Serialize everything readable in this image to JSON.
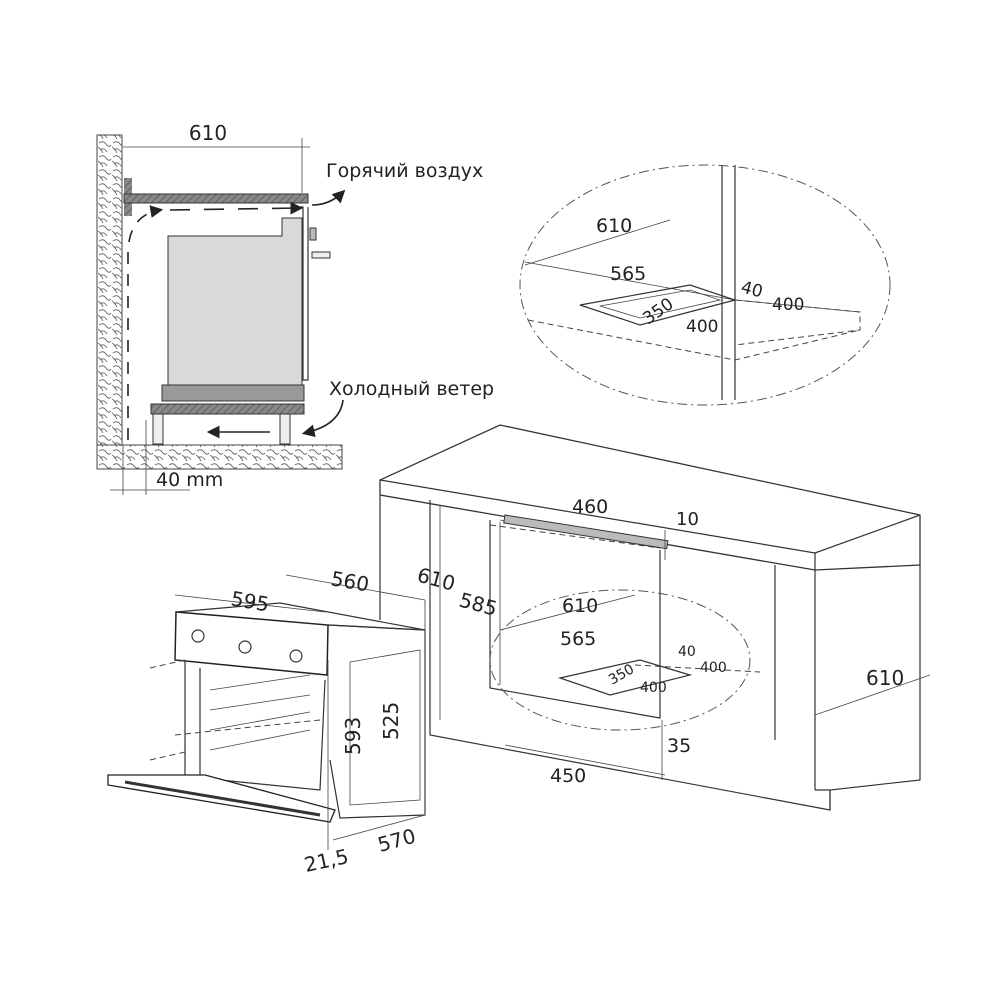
{
  "side_view": {
    "width": "610",
    "hot_air": "Горячий воздух",
    "cold_air": "Холодный ветер",
    "gap": "40 mm"
  },
  "detail_view": {
    "depth": "610",
    "inner_depth": "565",
    "offset": "40",
    "vent_width": "400",
    "vent_depth": "350",
    "vent_length": "400"
  },
  "oven": {
    "width": "595",
    "top_depth": "560",
    "height": "593",
    "inner_height": "525",
    "door_thickness": "21,5",
    "depth": "570"
  },
  "cabinet": {
    "height": "610",
    "inner_height": "585",
    "width": "460",
    "top_gap": "10",
    "depth": "610",
    "inner_depth": "565",
    "offset": "40",
    "vent_width": "400",
    "vent_depth": "350",
    "vent_length": "400",
    "bottom_width": "450",
    "bottom_gap": "35",
    "side_depth": "610"
  }
}
